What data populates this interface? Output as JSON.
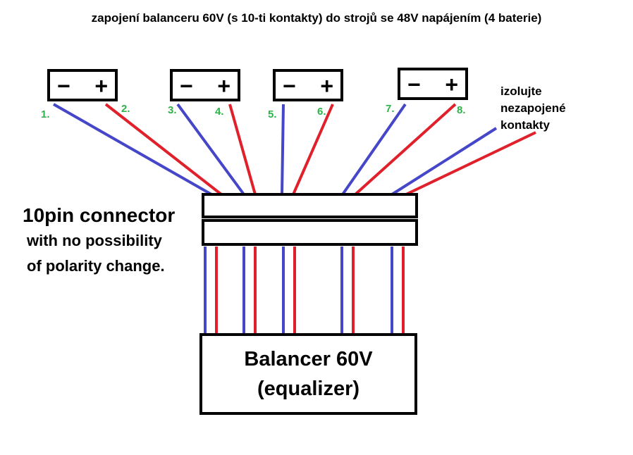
{
  "title": "zapojení balanceru 60V (s 10-ti kontakty) do strojů se 48V napájením (4 baterie)",
  "batteries": [
    {
      "neg": "−",
      "pos": "+"
    },
    {
      "neg": "−",
      "pos": "+"
    },
    {
      "neg": "−",
      "pos": "+"
    },
    {
      "neg": "−",
      "pos": "+"
    }
  ],
  "contact_numbers": [
    "1.",
    "2.",
    "3.",
    "4.",
    "5.",
    "6.",
    "7.",
    "8."
  ],
  "unconnected_note": [
    "izolujte",
    "nezapojené",
    "kontakty"
  ],
  "connector_label": [
    "10pin connector",
    "with no possibility",
    "of polarity change."
  ],
  "balancer_label": [
    "Balancer 60V",
    "(equalizer)"
  ],
  "colors": {
    "negative_wire": "#4646c8",
    "positive_wire": "#e0202a",
    "numbers": "#2eb34a"
  }
}
